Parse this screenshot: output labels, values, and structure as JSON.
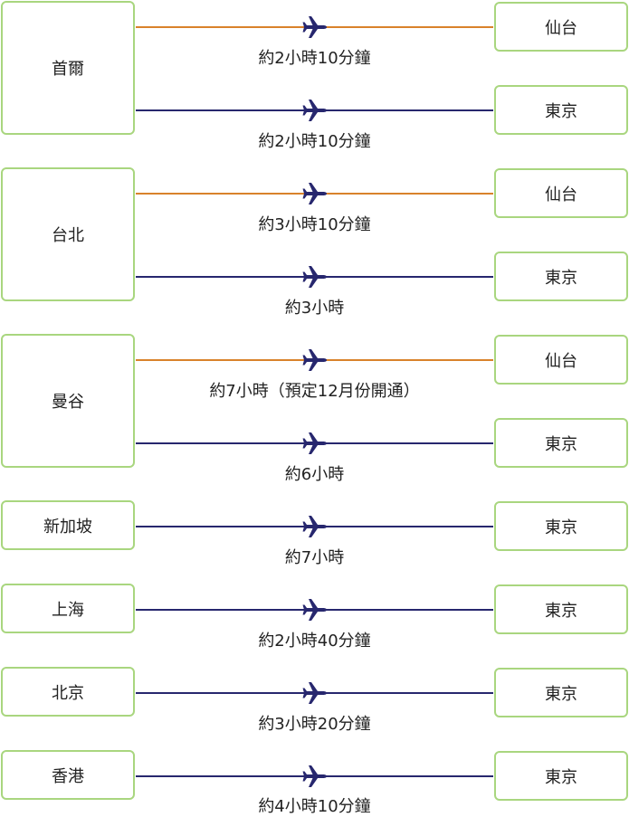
{
  "colors": {
    "box_border": "#a9d67f",
    "route_orange": "#d9822b",
    "route_navy": "#27276e",
    "plane": "#27276e"
  },
  "origins": [
    "首爾",
    "台北",
    "曼谷",
    "新加坡",
    "上海",
    "北京",
    "香港"
  ],
  "routes": [
    {
      "destination": "仙台",
      "duration": "約2小時10分鐘",
      "line_color": "orange"
    },
    {
      "destination": "東京",
      "duration": "約2小時10分鐘",
      "line_color": "navy"
    },
    {
      "destination": "仙台",
      "duration": "約3小時10分鐘",
      "line_color": "orange"
    },
    {
      "destination": "東京",
      "duration": "約3小時",
      "line_color": "navy"
    },
    {
      "destination": "仙台",
      "duration": "約7小時（預定12月份開通）",
      "line_color": "orange"
    },
    {
      "destination": "東京",
      "duration": "約6小時",
      "line_color": "navy"
    },
    {
      "destination": "東京",
      "duration": "約7小時",
      "line_color": "navy"
    },
    {
      "destination": "東京",
      "duration": "約2小時40分鐘",
      "line_color": "navy"
    },
    {
      "destination": "東京",
      "duration": "約3小時20分鐘",
      "line_color": "navy"
    },
    {
      "destination": "東京",
      "duration": "約4小時10分鐘",
      "line_color": "navy"
    }
  ],
  "icons": {
    "plane": "airplane-icon"
  }
}
